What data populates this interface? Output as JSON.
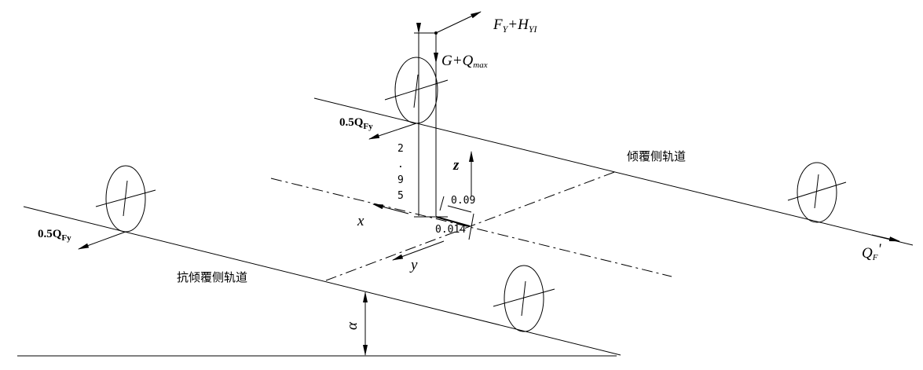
{
  "labels": {
    "force_f": "F",
    "force_f_sub": "Y",
    "force_h": "+H",
    "force_h_sub": "YI",
    "gravity": "G+Q",
    "gravity_sub": "max",
    "wind_top": "0.5Q",
    "wind_top_sub": "Fy",
    "wind_left": "0.5Q",
    "wind_left_sub": "Fy",
    "axis_x": "x",
    "axis_y": "y",
    "axis_z": "z",
    "height_digits": [
      "2",
      ".",
      "9",
      "5"
    ],
    "dim_009": "0.09",
    "dim_0014": "0.014",
    "overturn_rail": "倾覆侧轨道",
    "anti_overturn_rail": "抗倾覆侧轨道",
    "qf": "Q",
    "qf_sub": "F",
    "qf_prime": "'",
    "alpha": "α"
  }
}
